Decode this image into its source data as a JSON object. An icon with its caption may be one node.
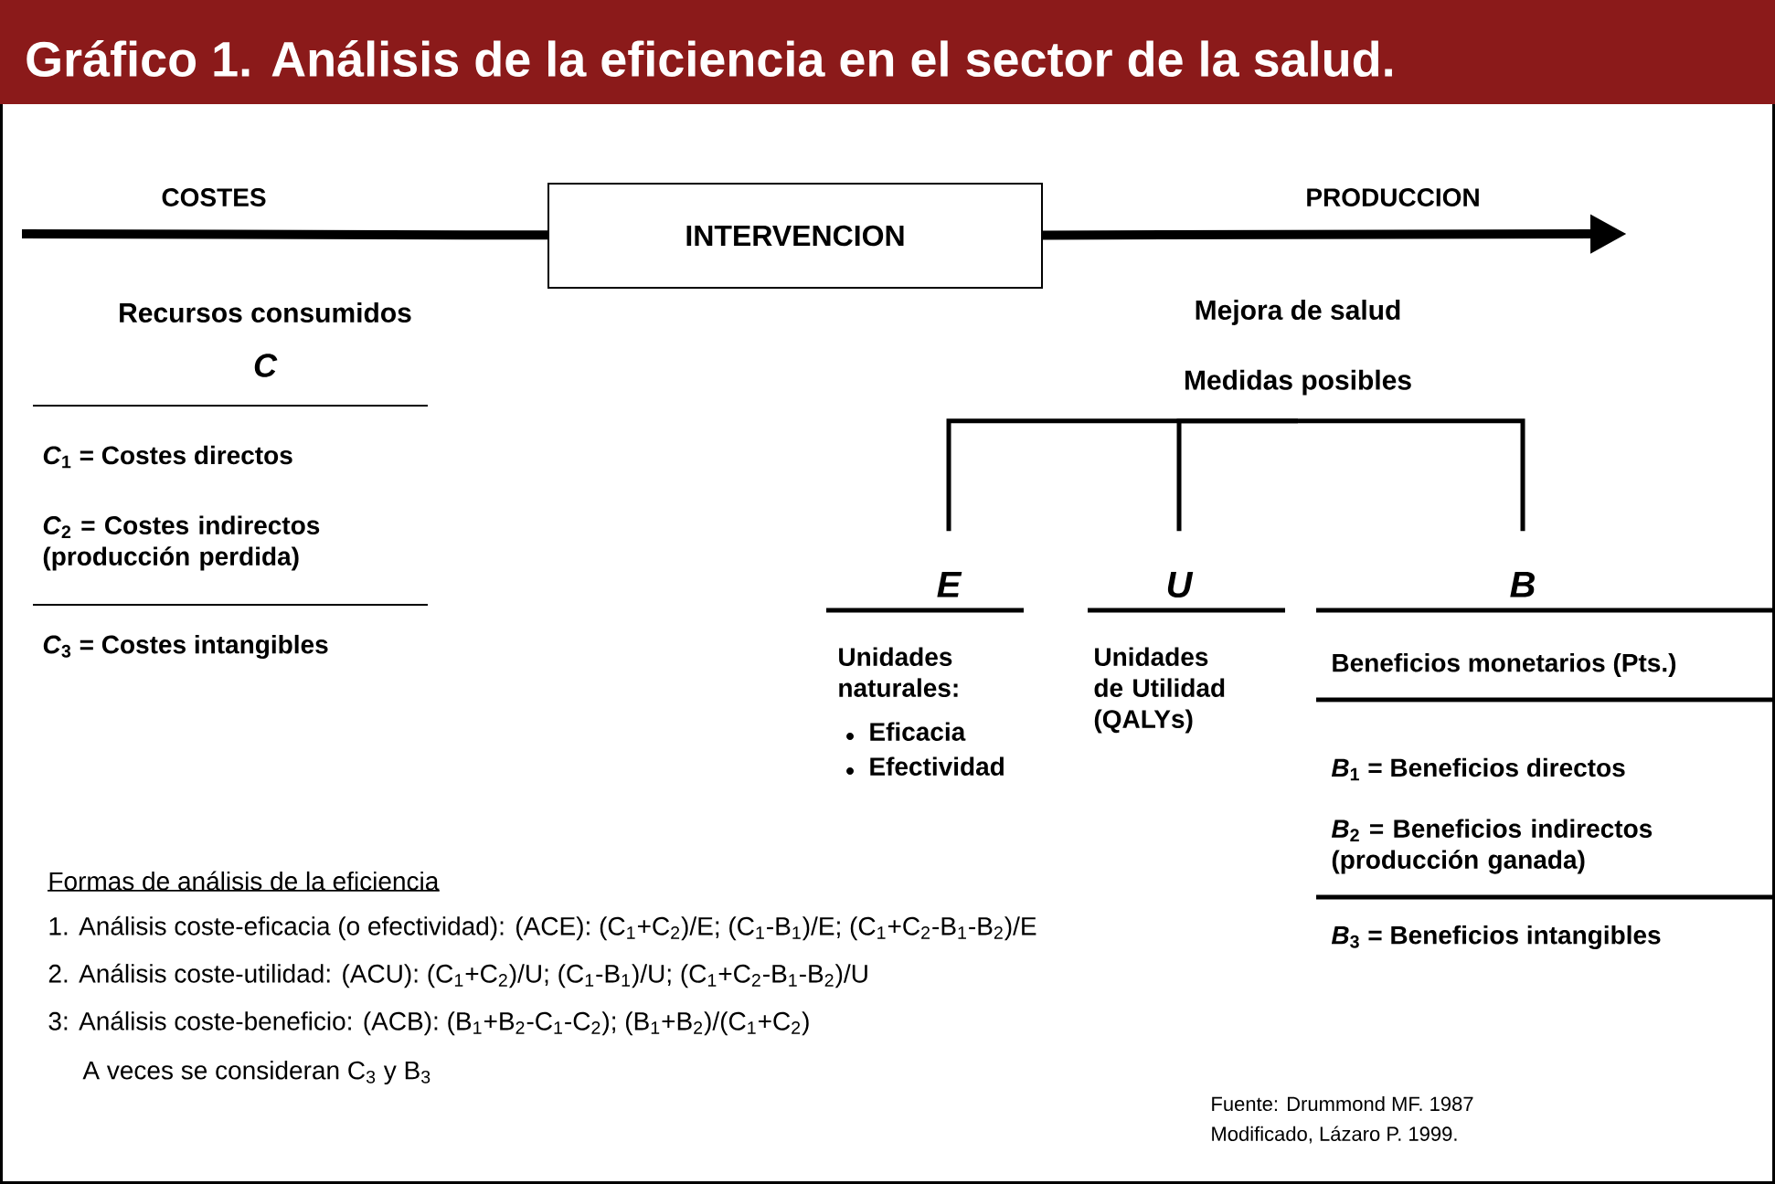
{
  "diagram": {
    "title": "Gráfico 1. Análisis de la eficiencia en el sector de la salud.",
    "nodes": [
      {
        "text": [
          "INTERVENCION"
        ]
      },
      {
        "text": [
          "Medidas posibles"
        ]
      },
      {
        "text": [
          "E"
        ]
      },
      {
        "text": [
          "U"
        ]
      },
      {
        "text": [
          "B"
        ]
      }
    ],
    "edges": [
      {
        "from": null,
        "to": 0,
        "arrow": "none",
        "style": "thick"
      },
      {
        "from": 0,
        "to": null,
        "arrow": "to",
        "style": "thick"
      },
      {
        "from": 1,
        "to": 2,
        "arrow": "none"
      },
      {
        "from": 1,
        "to": 3,
        "arrow": "none"
      },
      {
        "from": 1,
        "to": 4,
        "arrow": "none"
      }
    ],
    "labels": [
      "COSTES",
      "PRODUCCION",
      "Recursos consumidos",
      "C",
      "*C*$_{1}$ = Costes directos",
      "*C*$_{2}$ = Costes indirectos (producción perdida)",
      "*C*$_{3}$ = Costes intangibles",
      "Mejora de salud",
      "Unidades naturales:",
      "Eficacia",
      "Efectividad",
      "Unidades de Utilidad (QALYs)",
      "Beneficios monetarios (Pts.)",
      "*B*$_{1}$ = Beneficios directos",
      "*B*$_{2}$ = Beneficios indirectos (producción ganada)",
      "*B*$_{3}$ = Beneficios intangibles",
      "Formas de análisis de la eficiencia",
      "1. Análisis coste-eficacia (o efectividad): (ACE): (C$_{1}$+C$_{2}$)/E;  (C$_{1}$-B$_{1}$)/E;  (C$_{1}$+C$_{2}$-B$_{1}$-B$_{2}$)/E",
      "2. Análisis coste-utilidad: (ACU): (C$_{1}$+C$_{2}$)/U;  (C$_{1}$-B$_{1}$)/U;  (C$_{1}$+C$_{2}$-B$_{1}$-B$_{2}$)/U",
      "3: Análisis coste-beneficio: (ACB): (B$_{1}$+B$_{2}$-C$_{1}$-C$_{2}$);  (B$_{1}$+B$_{2}$)/(C$_{1}$+C$_{2}$)",
      "A veces se consideran C$_{3}$ y B$_{3}$",
      "Fuente: Drummond MF. 1987",
      "Modificado, Lázaro P. 1999."
    ]
  }
}
